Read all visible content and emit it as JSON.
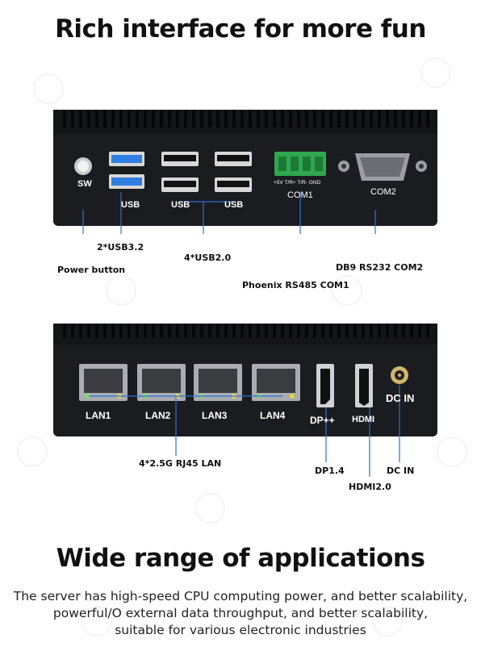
{
  "top_title": "Rich interface for more fun",
  "panel1": {
    "labels": {
      "sw": "SW",
      "usb_a": "USB",
      "usb_b": "USB",
      "usb_c": "USB",
      "com1_pins": "+5V T/R+ T/R- GND",
      "com1": "COM1",
      "com2": "COM2"
    },
    "callouts": {
      "usb32": "2*USB3.2",
      "usb20": "4*USB2.0",
      "power": "Power button",
      "phoenix": "Phoenix RS485 COM1",
      "db9": "DB9 RS232 COM2"
    }
  },
  "panel2": {
    "labels": {
      "lan1": "LAN1",
      "lan2": "LAN2",
      "lan3": "LAN3",
      "lan4": "LAN4",
      "dp": "DP++",
      "hdmi": "HDMI",
      "dcin": "DC IN"
    },
    "callouts": {
      "rj45": "4*2.5G RJ45 LAN",
      "dp14": "DP1.4",
      "hdmi20": "HDMI2.0",
      "dcin": "DC IN"
    }
  },
  "bottom_title": "Wide range of applications",
  "description": {
    "line1": "The server has high-speed CPU computing power, and better scalability,",
    "line2": "powerful/O external data throughput, and better scalability,",
    "line3": "suitable for various electronic industries"
  },
  "colors": {
    "device": "#1b1c1f",
    "callout_line": "#2f6fd6",
    "usb3_blue": "#2f7fe0",
    "phoenix_green": "#2fa84f",
    "led_green": "#7ee06a",
    "led_yellow": "#f2d33a",
    "port_silver": "#9a9da2"
  }
}
